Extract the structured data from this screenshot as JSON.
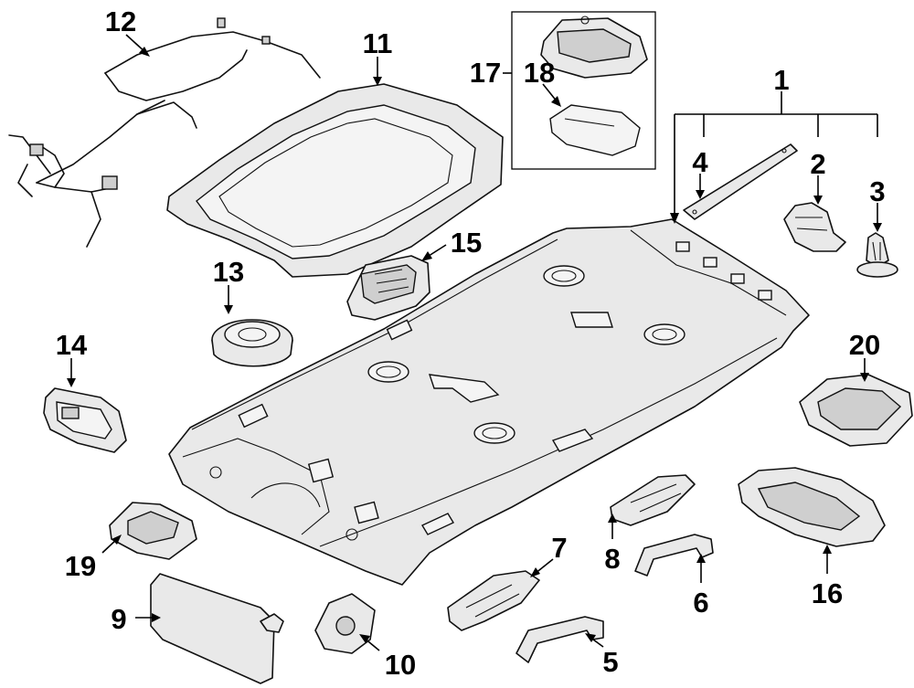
{
  "callouts": [
    {
      "id": "c1",
      "label": "1"
    },
    {
      "id": "c2",
      "label": "2"
    },
    {
      "id": "c3",
      "label": "3"
    },
    {
      "id": "c4",
      "label": "4"
    },
    {
      "id": "c5",
      "label": "5"
    },
    {
      "id": "c6",
      "label": "6"
    },
    {
      "id": "c7",
      "label": "7"
    },
    {
      "id": "c8",
      "label": "8"
    },
    {
      "id": "c9",
      "label": "9"
    },
    {
      "id": "c10",
      "label": "10"
    },
    {
      "id": "c11",
      "label": "11"
    },
    {
      "id": "c12",
      "label": "12"
    },
    {
      "id": "c13",
      "label": "13"
    },
    {
      "id": "c14",
      "label": "14"
    },
    {
      "id": "c15",
      "label": "15"
    },
    {
      "id": "c16",
      "label": "16"
    },
    {
      "id": "c17",
      "label": "17"
    },
    {
      "id": "c18",
      "label": "18"
    },
    {
      "id": "c19",
      "label": "19"
    },
    {
      "id": "c20",
      "label": "20"
    }
  ],
  "colors": {
    "line": "#111111",
    "part_fill": "#e9e9e9",
    "background": "#ffffff"
  }
}
